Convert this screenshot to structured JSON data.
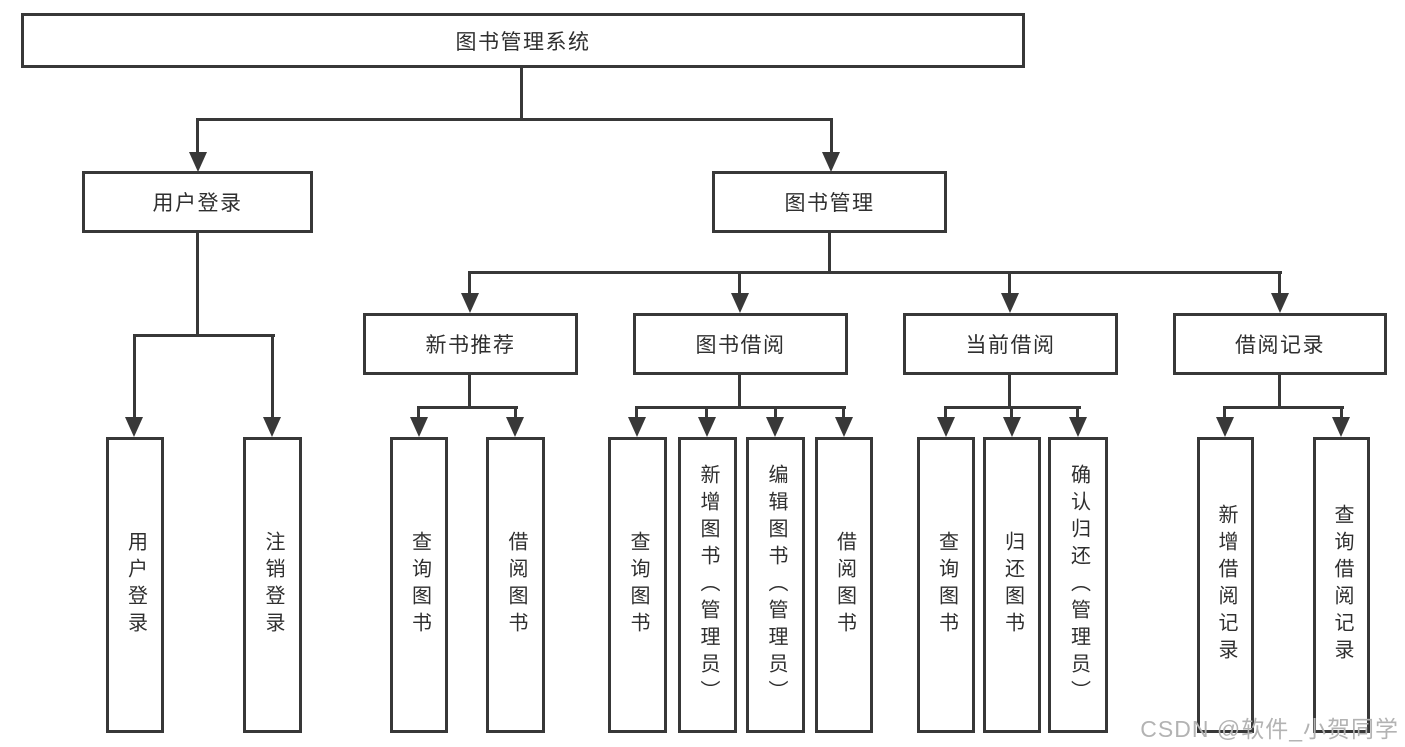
{
  "diagram": {
    "root": {
      "label": "图书管理系统"
    },
    "branches": [
      {
        "label": "用户登录",
        "children": [
          {
            "label": "用户登录"
          },
          {
            "label": "注销登录"
          }
        ]
      },
      {
        "label": "图书管理",
        "children": [
          {
            "label": "新书推荐",
            "children": [
              {
                "label": "查询图书"
              },
              {
                "label": "借阅图书"
              }
            ]
          },
          {
            "label": "图书借阅",
            "children": [
              {
                "label": "查询图书"
              },
              {
                "label": "新增图书（管理员）"
              },
              {
                "label": "编辑图书（管理员）"
              },
              {
                "label": "借阅图书"
              }
            ]
          },
          {
            "label": "当前借阅",
            "children": [
              {
                "label": "查询图书"
              },
              {
                "label": "归还图书"
              },
              {
                "label": "确认归还（管理员）"
              }
            ]
          },
          {
            "label": "借阅记录",
            "children": [
              {
                "label": "新增借阅记录"
              },
              {
                "label": "查询借阅记录"
              }
            ]
          }
        ]
      }
    ]
  },
  "watermark": {
    "text": "CSDN @软件_小贺同学"
  },
  "colors": {
    "line": "#383838",
    "text": "#2f2f2f",
    "background": "#ffffff",
    "watermark": "#b3b3b3"
  }
}
